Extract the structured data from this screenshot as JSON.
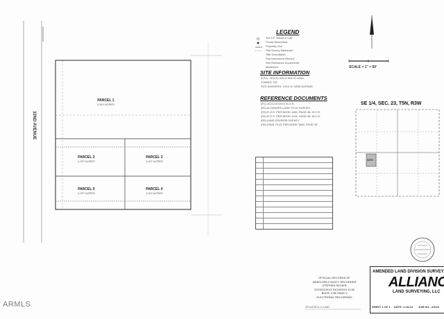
{
  "legend": {
    "title": "LEGEND",
    "items": [
      "Set 1/2\" Rebar & Cap",
      "Found Monument",
      "Property Line",
      "Plat Survey Measured",
      "Title Description",
      "Plat Instrument Record",
      "See Reference Documents",
      "Measured"
    ]
  },
  "scale": "SCALE = 1\" = 60'",
  "site_info": {
    "title": "SITE INFORMATION",
    "lines": [
      "A.P.N.: 503-37-009 & 503-37-009A",
      "ZONING: GR",
      "SITE ADDRESS: 1XXX N. 32ND AVENUE"
    ]
  },
  "ref_docs": {
    "title": "REFERENCE DOCUMENTS",
    "lines": [
      "(R1) 2023-XXXXXX M.C.R.",
      "(R2) ALTA/NSPS LAND TITLE SURVEY",
      "(R3) R.O.S. PER BOOK 1165, PAGE 36, M.C.R.",
      "(R4) R.O.S. PER BOOK 1201, PAGE 38, M.C.R.",
      "(R5) LAND DIVISION SURVEY",
      "(R6) FINAL PLAT PER BOOK 1580, PAGE 28"
    ]
  },
  "vicinity": {
    "title": "SE 1/4, SEC. 23, T5N, R3W",
    "site_label": "SITE"
  },
  "road": "32ND AVENUE",
  "parcels": [
    {
      "name": "PARCEL 1",
      "area": "2.501 ACRES"
    },
    {
      "name": "PARCEL 2",
      "area": "1.027 ACRES"
    },
    {
      "name": "PARCEL 3",
      "area": "1.027 ACRES"
    },
    {
      "name": "PARCEL 4",
      "area": "1.027 ACRES"
    },
    {
      "name": "PARCEL 5",
      "area": "1.027 ACRES"
    }
  ],
  "title_block": {
    "heading": "AMENDED LAND DIVISION SURVEY",
    "company": "ALLIANCE",
    "company_sub": "LAND SURVEYING, LLC",
    "sheet": "SHEET 1 OF 1",
    "date": "DATE: 4-18-24",
    "job": "JOB NO.: 22010"
  },
  "recording": {
    "lines": [
      "OFFICIAL RECORDS OF",
      "MARICOPA COUNTY RECORDER",
      "STEPHEN RICHER",
      "20240313XXX 04/24/2024 10:30",
      "BOOK 1780 PAGE 5",
      "ELECTRONIC RECORDING"
    ]
  },
  "bottom_note": "STLDIVR-5-1-3-MO",
  "watermark": "ARMLS"
}
